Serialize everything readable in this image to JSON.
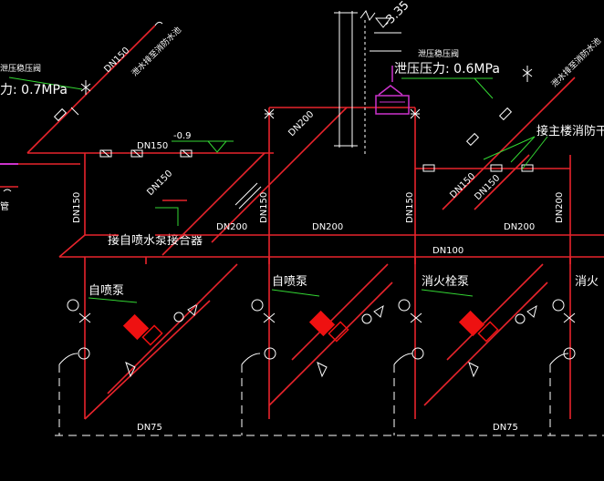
{
  "labels": {
    "pressure_left": "力: 0.7MPa",
    "pressure_right": "泄压压力: 0.6MPa",
    "relief_valve_left": "泄压稳压阀",
    "relief_valve_right": "泄压稳压阀",
    "elevation": "-3.35",
    "elevation_small": "-0.9",
    "sprinkler_connector": "接自喷水泵接合器",
    "connect_main": "接主楼消防干管",
    "pump_1": "自喷泵",
    "pump_2": "自喷泵",
    "pump_3": "消火栓泵",
    "pump_4": "消火",
    "left_edge_fragment": "管",
    "diag_pipe_left": "泄水排至消防水池",
    "diag_pipe_right": "泄水排至消防水池"
  },
  "pipe_sizes": {
    "dn150_a": "DN150",
    "dn150_b": "DN150",
    "dn150_c": "DN150",
    "dn150_d": "DN150",
    "dn150_e": "DN150",
    "dn150_f": "DN150",
    "dn150_g": "DN150",
    "dn150_h": "DN150",
    "dn200_a": "DN200",
    "dn200_b": "DN200",
    "dn200_c": "DN200",
    "dn200_d": "DN200",
    "dn100": "DN100",
    "dn75_a": "DN75",
    "dn75_b": "DN75"
  },
  "colors": {
    "pipe": "#e8242c",
    "line": "#ffffff",
    "leader": "#33d633",
    "pump": "#ee1111",
    "tank": "#cc33cc",
    "background": "#000000"
  }
}
